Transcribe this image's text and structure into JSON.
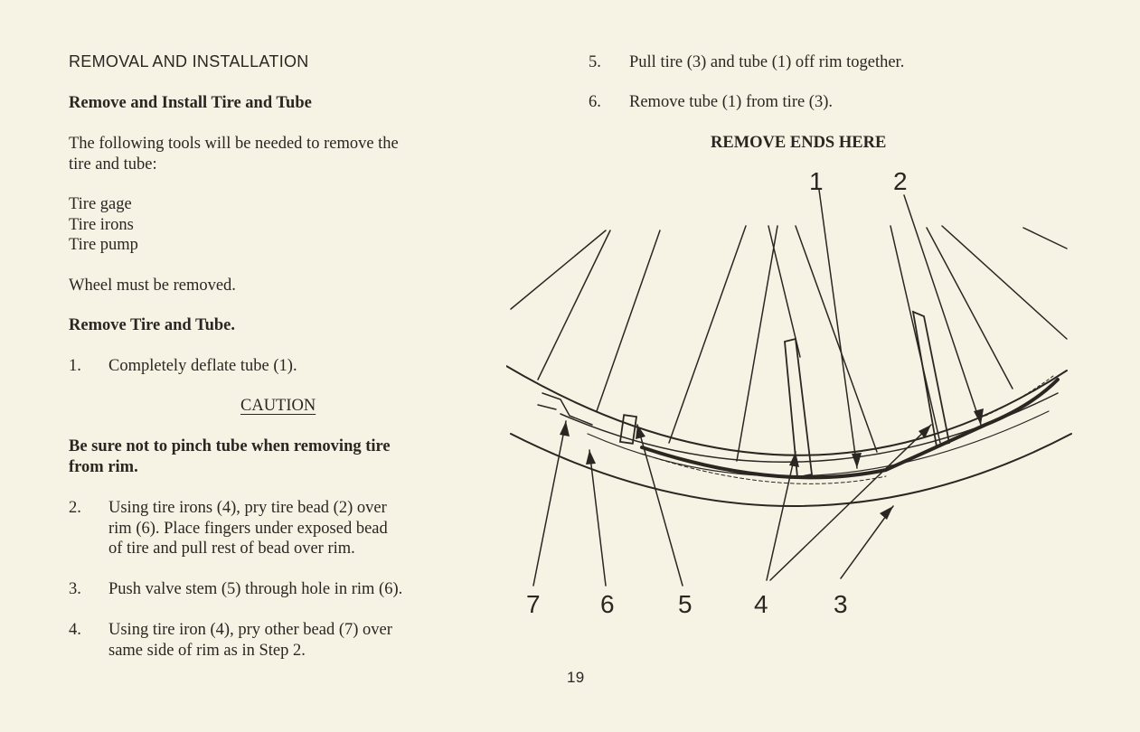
{
  "left": {
    "section_title": "REMOVAL AND INSTALLATION",
    "subheading": "Remove and Install Tire and Tube",
    "intro": "The following tools will be needed to remove the tire and tube:",
    "intro_line1": "The following tools will be needed to remove the",
    "intro_line2": "tire and tube:",
    "tools": [
      "Tire gage",
      "Tire irons",
      "Tire pump"
    ],
    "note": "Wheel must be removed.",
    "remove_heading": "Remove Tire and Tube.",
    "caution_label": "CAUTION",
    "caution_line1": "Be sure not to pinch tube when removing tire",
    "caution_line2": "from rim.",
    "steps": [
      {
        "num": "1.",
        "lines": [
          "Completely deflate tube (1)."
        ]
      },
      {
        "num": "2.",
        "lines": [
          "Using tire irons (4), pry tire bead (2) over",
          "rim (6).  Place fingers under exposed bead",
          "of tire and pull rest of bead over rim."
        ]
      },
      {
        "num": "3.",
        "lines": [
          "Push valve stem (5) through hole in rim (6)."
        ]
      },
      {
        "num": "4.",
        "lines": [
          "Using tire iron (4), pry other bead (7) over",
          "same side of rim as in Step 2."
        ]
      }
    ]
  },
  "right": {
    "steps": [
      {
        "num": "5.",
        "text": "Pull tire (3) and tube (1) off rim together."
      },
      {
        "num": "6.",
        "text": "Remove tube (1) from tire (3)."
      }
    ],
    "figure_title": "REMOVE ENDS HERE",
    "callouts": {
      "c1": "1",
      "c2": "2",
      "c3": "3",
      "c4": "4",
      "c5": "5",
      "c6": "6",
      "c7": "7"
    }
  },
  "page_number": "19"
}
